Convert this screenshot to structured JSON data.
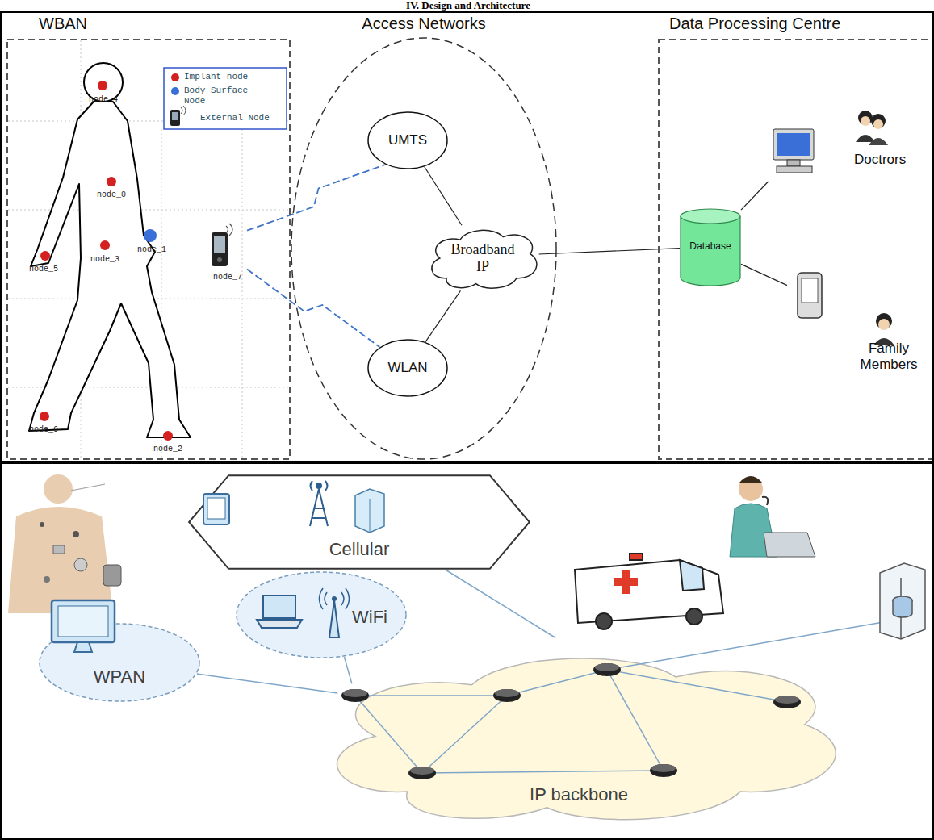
{
  "diagram": {
    "title": "IV. Design and Architecture",
    "nodes": [
      {
        "text": [
          "WBAN"
        ]
      },
      {
        "text": [
          "node_7"
        ],
        "in": 0
      },
      {
        "text": [
          "Access Networks"
        ]
      },
      {
        "text": [
          "UMTS"
        ],
        "in": 2
      },
      {
        "text": [
          "Broadband IP"
        ],
        "in": 2
      },
      {
        "text": [
          "WLAN"
        ],
        "in": 2
      },
      {
        "text": [
          "Data Processing Centre"
        ]
      },
      {
        "text": [
          "Database"
        ],
        "in": 6
      },
      {
        "text": [
          "Doctrors"
        ],
        "in": 6
      },
      {
        "text": [
          "Family Members"
        ],
        "in": 6
      },
      {
        "text": [
          "Cellular"
        ]
      },
      {
        "text": [
          "WiFi"
        ]
      },
      {
        "text": [
          "WPAN"
        ]
      },
      {
        "text": [
          "IP backbone"
        ]
      }
    ],
    "edges": [
      {
        "from": 1,
        "to": 3,
        "arrow": "none"
      },
      {
        "from": 1,
        "to": 5,
        "arrow": "none"
      },
      {
        "from": 3,
        "to": 4,
        "arrow": "none"
      },
      {
        "from": 5,
        "to": 4,
        "arrow": "none"
      },
      {
        "from": 4,
        "to": 7,
        "arrow": "none"
      },
      {
        "from": 7,
        "to": 8,
        "arrow": "none"
      },
      {
        "from": 7,
        "to": 9,
        "arrow": "none"
      },
      {
        "from": 12,
        "to": 13,
        "arrow": "none"
      },
      {
        "from": 11,
        "to": 13,
        "arrow": "none"
      },
      {
        "from": 10,
        "to": 13,
        "arrow": "none"
      }
    ],
    "labels": [
      "node_4",
      "node_0",
      "node_5",
      "node_3",
      "node_1",
      "node_6",
      "node_2"
    ],
    "legend": [
      {
        "text": "Implant node",
        "color": "#d42020"
      },
      {
        "text": "Body Surface Node",
        "color": "#3a6fd8"
      },
      {
        "text": "External Node"
      }
    ]
  }
}
